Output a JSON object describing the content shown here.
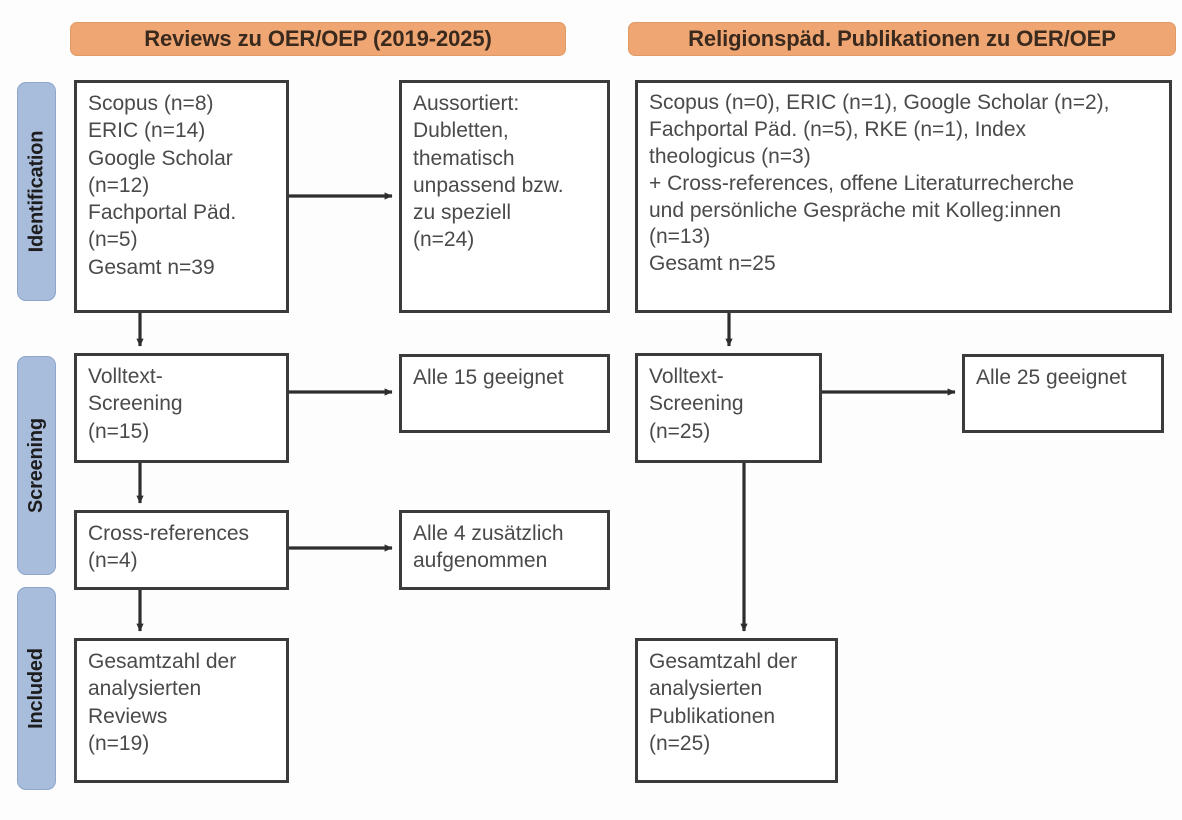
{
  "columns": {
    "left": {
      "banner": "Reviews zu OER/OEP (2019-2025)"
    },
    "right": {
      "banner": "Religionspäd. Publikationen zu OER/OEP"
    }
  },
  "phases": [
    {
      "label": "Identification"
    },
    {
      "label": "Screening"
    },
    {
      "label": "Included"
    }
  ],
  "boxes": {
    "left_identification": "Scopus (n=8)\nERIC (n=14)\nGoogle Scholar\n(n=12)\nFachportal Päd.\n(n=5)\nGesamt n=39",
    "left_excluded": "Aussortiert:\nDubletten,\nthematisch\nunpassend bzw.\nzu speziell\n(n=24)",
    "right_identification": "Scopus (n=0), ERIC (n=1), Google Scholar (n=2),\nFachportal Päd. (n=5), RKE (n=1), Index\ntheologicus (n=3)\n+ Cross-references, offene Literaturrecherche\nund persönliche Gespräche mit Kolleg:innen\n(n=13)\nGesamt n=25",
    "left_screening": "Volltext-\nScreening\n(n=15)",
    "left_screening_result": "Alle 15 geeignet",
    "right_screening": "Volltext-\nScreening\n(n=25)",
    "right_screening_result": "Alle 25 geeignet",
    "left_crossrefs": "Cross-references\n(n=4)",
    "left_crossrefs_result": "Alle 4 zusätzlich\naufgenommen",
    "left_included": "Gesamtzahl der\nanalysierten\nReviews\n(n=19)",
    "right_included": "Gesamtzahl der\nanalysierten\nPublikationen\n(n=25)"
  },
  "colors": {
    "banner_fill": "#f0a673",
    "phase_fill": "#a8bcdc",
    "box_border": "#3b3b3b",
    "text": "#4a4a4a",
    "background": "#fdfdfd"
  }
}
